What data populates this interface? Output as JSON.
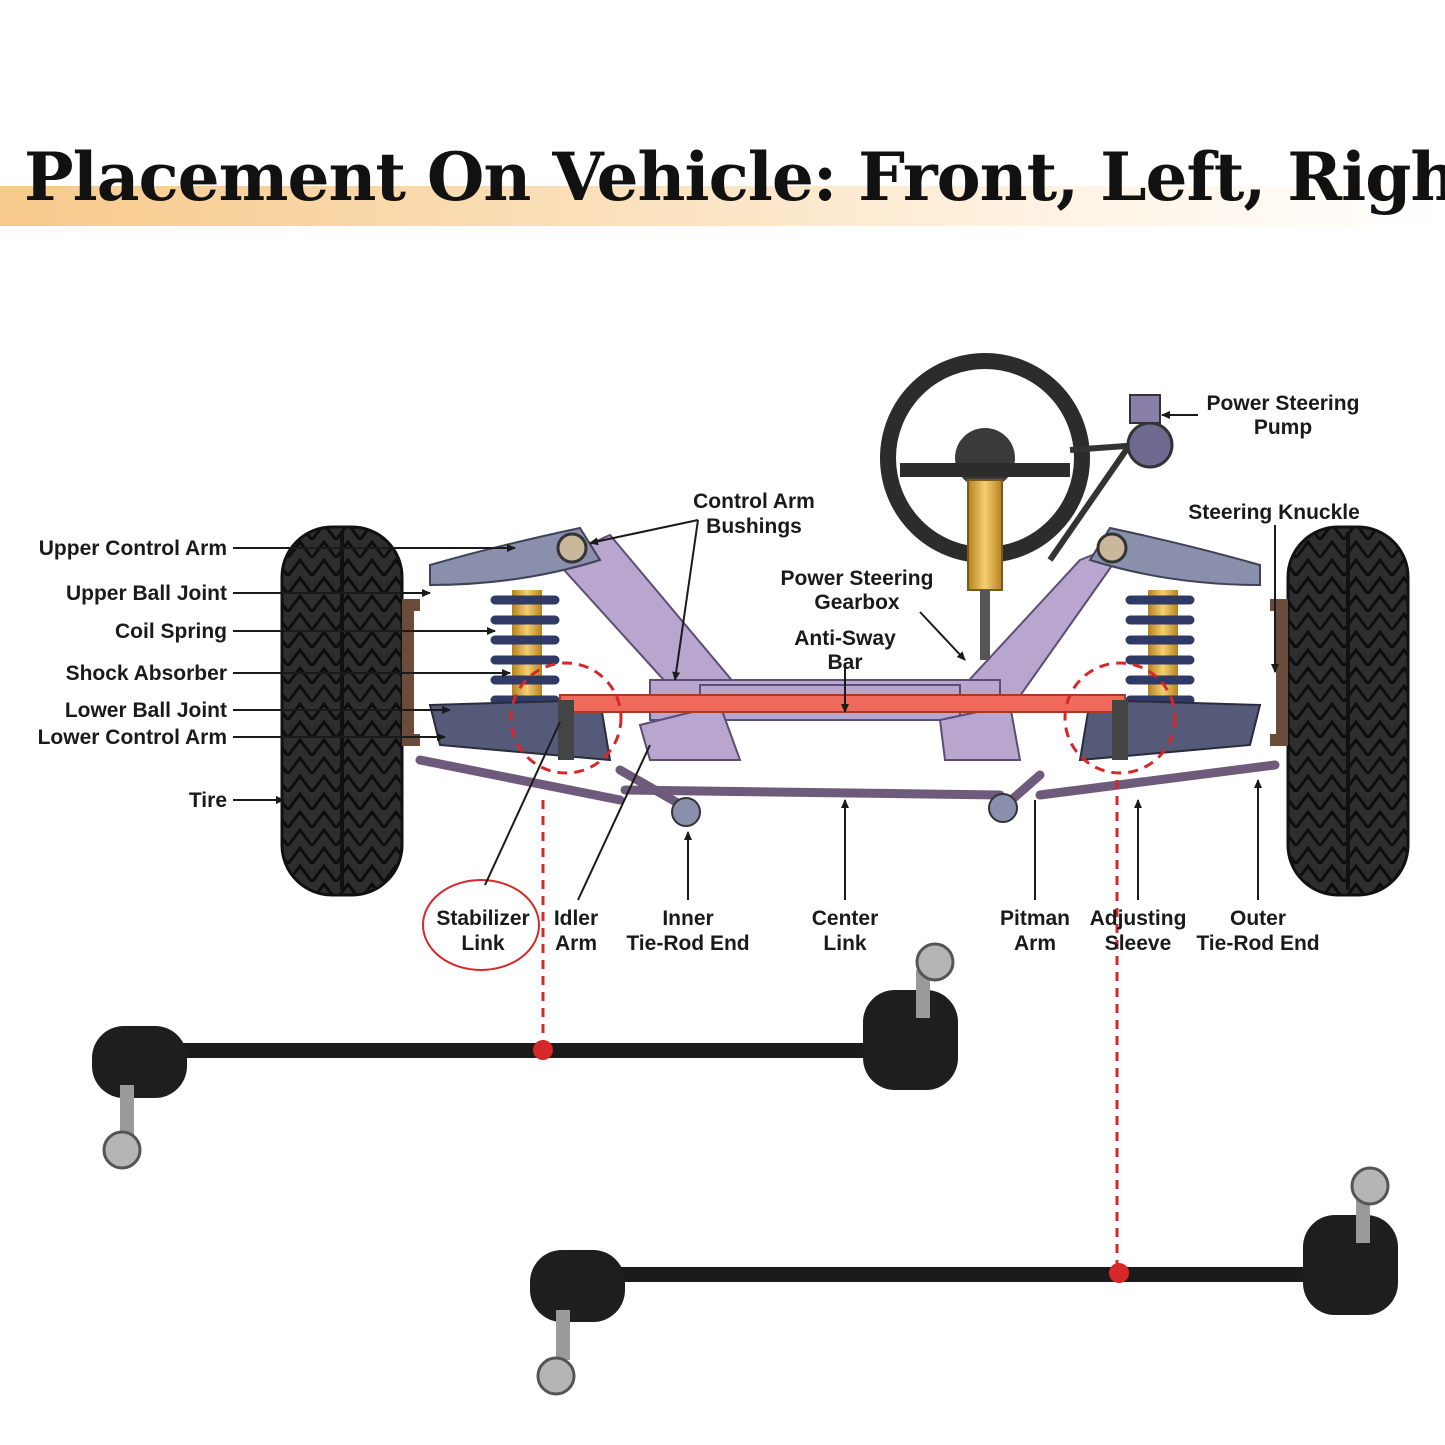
{
  "title": "Placement On Vehicle: Front, Left, Right",
  "labels": {
    "upper_control_arm": "Upper Control Arm",
    "upper_ball_joint": "Upper Ball Joint",
    "coil_spring": "Coil Spring",
    "shock_absorber": "Shock Absorber",
    "lower_ball_joint": "Lower Ball Joint",
    "lower_control_arm": "Lower Control Arm",
    "tire": "Tire",
    "control_arm_bushings_1": "Control Arm",
    "control_arm_bushings_2": "Bushings",
    "power_steering_gearbox_1": "Power Steering",
    "power_steering_gearbox_2": "Gearbox",
    "anti_sway_bar_1": "Anti-Sway",
    "anti_sway_bar_2": "Bar",
    "power_steering_pump_1": "Power Steering",
    "power_steering_pump_2": "Pump",
    "steering_knuckle": "Steering Knuckle",
    "stabilizer_link_1": "Stabilizer",
    "stabilizer_link_2": "Link",
    "idler_arm_1": "Idler",
    "idler_arm_2": "Arm",
    "inner_tie_rod_1": "Inner",
    "inner_tie_rod_2": "Tie-Rod End",
    "center_link_1": "Center",
    "center_link_2": "Link",
    "pitman_arm_1": "Pitman",
    "pitman_arm_2": "Arm",
    "adjusting_sleeve_1": "Adjusting",
    "adjusting_sleeve_2": "Sleeve",
    "outer_tie_rod_1": "Outer",
    "outer_tie_rod_2": "Tie-Rod End"
  },
  "colors": {
    "frame": "#b9a6cf",
    "arm": "#8a8fab",
    "sway_bar": "#ef6a5a",
    "highlight": "#d62828",
    "tire": "#2b2b2b",
    "title_band": "#f7c98a"
  },
  "icons": [
    "steering-wheel-icon",
    "tire-icon",
    "stabilizer-link-part-icon"
  ]
}
